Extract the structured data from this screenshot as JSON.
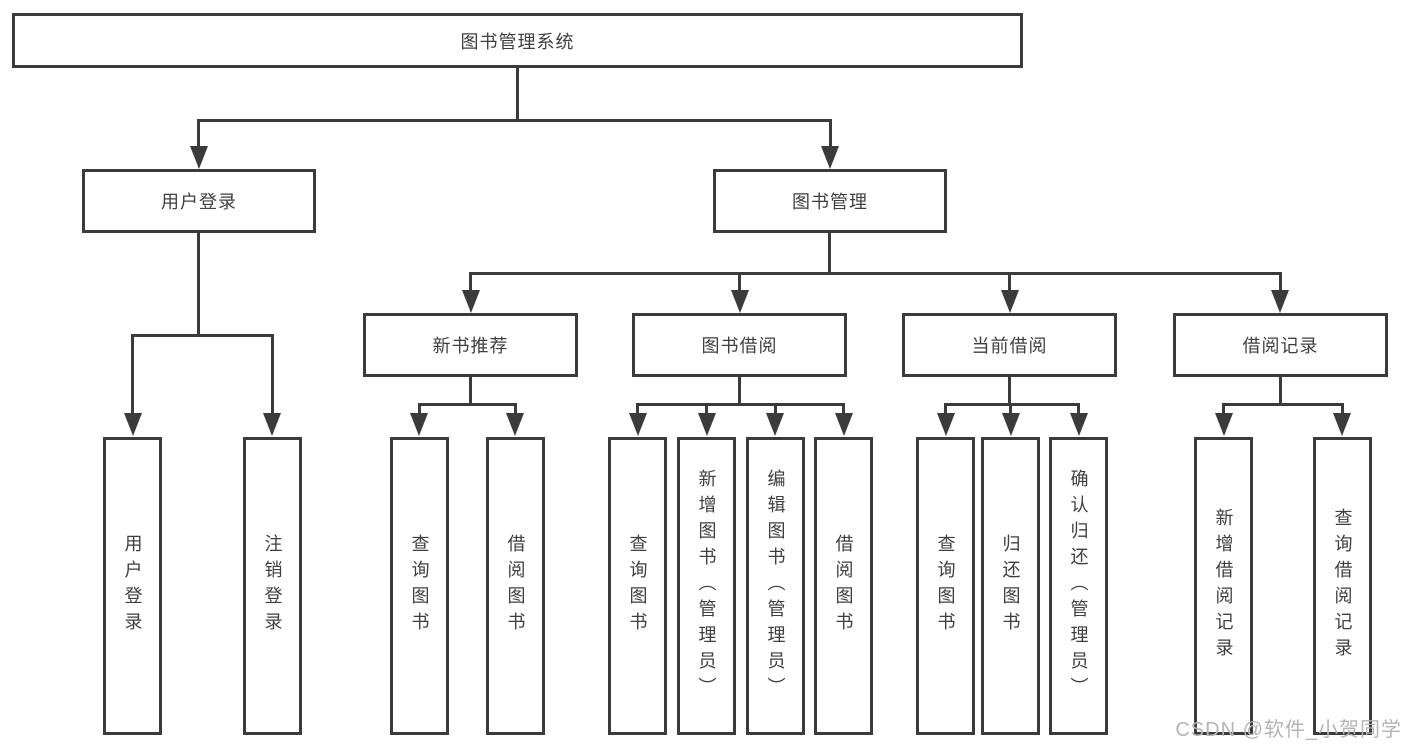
{
  "colors": {
    "line": "#3b3b3b",
    "text": "#3f3f3f",
    "watermark": "#b5b5b5",
    "background": "#ffffff"
  },
  "watermark": "CSDN @软件_小贺同学",
  "tree": {
    "root": "图书管理系统",
    "user_login": {
      "label": "用户登录",
      "children": {
        "login": "用户登录",
        "logout": "注销登录"
      }
    },
    "book_management": {
      "label": "图书管理",
      "groups": {
        "new_books": {
          "label": "新书推荐",
          "children": {
            "query": "查询图书",
            "borrow": "借阅图书"
          }
        },
        "book_borrow": {
          "label": "图书借阅",
          "children": {
            "query": "查询图书",
            "add": "新增图书（管理员）",
            "edit": "编辑图书（管理员）",
            "borrow": "借阅图书"
          }
        },
        "current_borrow": {
          "label": "当前借阅",
          "children": {
            "query": "查询图书",
            "return": "归还图书",
            "confirm": "确认归还（管理员）"
          }
        },
        "borrow_records": {
          "label": "借阅记录",
          "children": {
            "add": "新增借阅记录",
            "query": "查询借阅记录"
          }
        }
      }
    }
  }
}
